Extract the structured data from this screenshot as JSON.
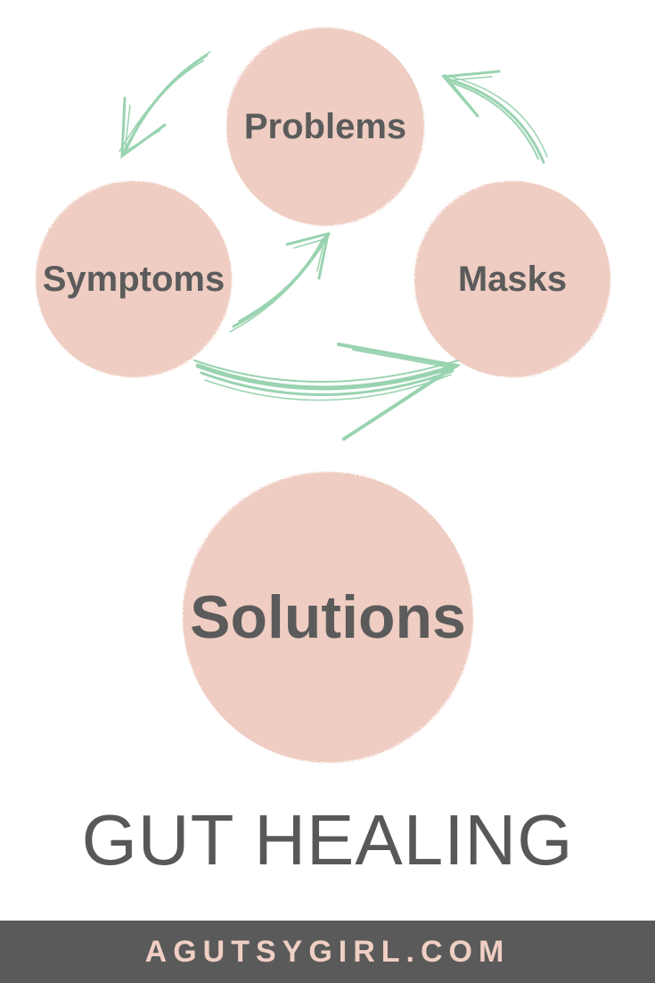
{
  "colors": {
    "circle_fill": "#efcdc2",
    "arrow": "#8fcfa8",
    "label_text": "#5b5b5b",
    "footer_bg": "#5a5a5a",
    "footer_text": "#f0cfc4"
  },
  "diagram": {
    "nodes": {
      "problems": "Problems",
      "symptoms": "Symptoms",
      "masks": "Masks",
      "solutions": "Solutions"
    }
  },
  "headline": "GUT HEALING",
  "footer": {
    "site": "AGUTSYGIRL.COM"
  }
}
